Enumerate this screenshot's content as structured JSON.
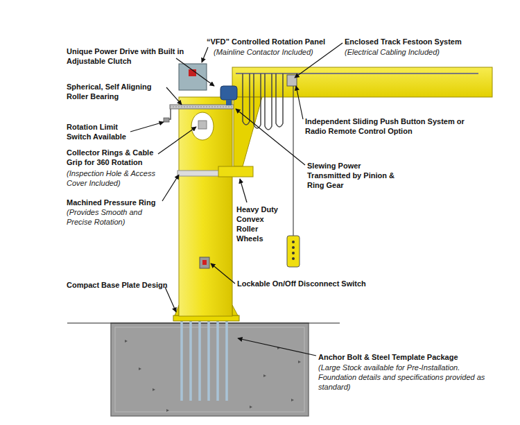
{
  "diagram": {
    "labels": [
      "Unique Power Drive with Built in Adjustable Clutch",
      "“VFD” Controlled Rotation Panel",
      "(Mainline Contactor Included)",
      "Enclosed Track Festoon System",
      "(Electrical Cabling Included)",
      "Spherical, Self Aligning Roller Bearing",
      "Independent Sliding Push Button System or Radio Remote Control Option",
      "Rotation Limit Switch Available",
      "Collector Rings & Cable Grip for 360 Rotation",
      "(Inspection Hole & Access Cover Included)",
      "Slewing Power Transmitted by Pinion & Ring Gear",
      "Machined Pressure Ring",
      "(Provides Smooth and Precise Rotation)",
      "Heavy Duty Convex Roller Wheels",
      "Compact Base Plate Design",
      "Lockable On/Off Disconnect Switch",
      "Anchor Bolt & Steel Template Package",
      "(Large Stock available for Pre-Installation. Foundation details and specifications provided as standard)"
    ]
  }
}
